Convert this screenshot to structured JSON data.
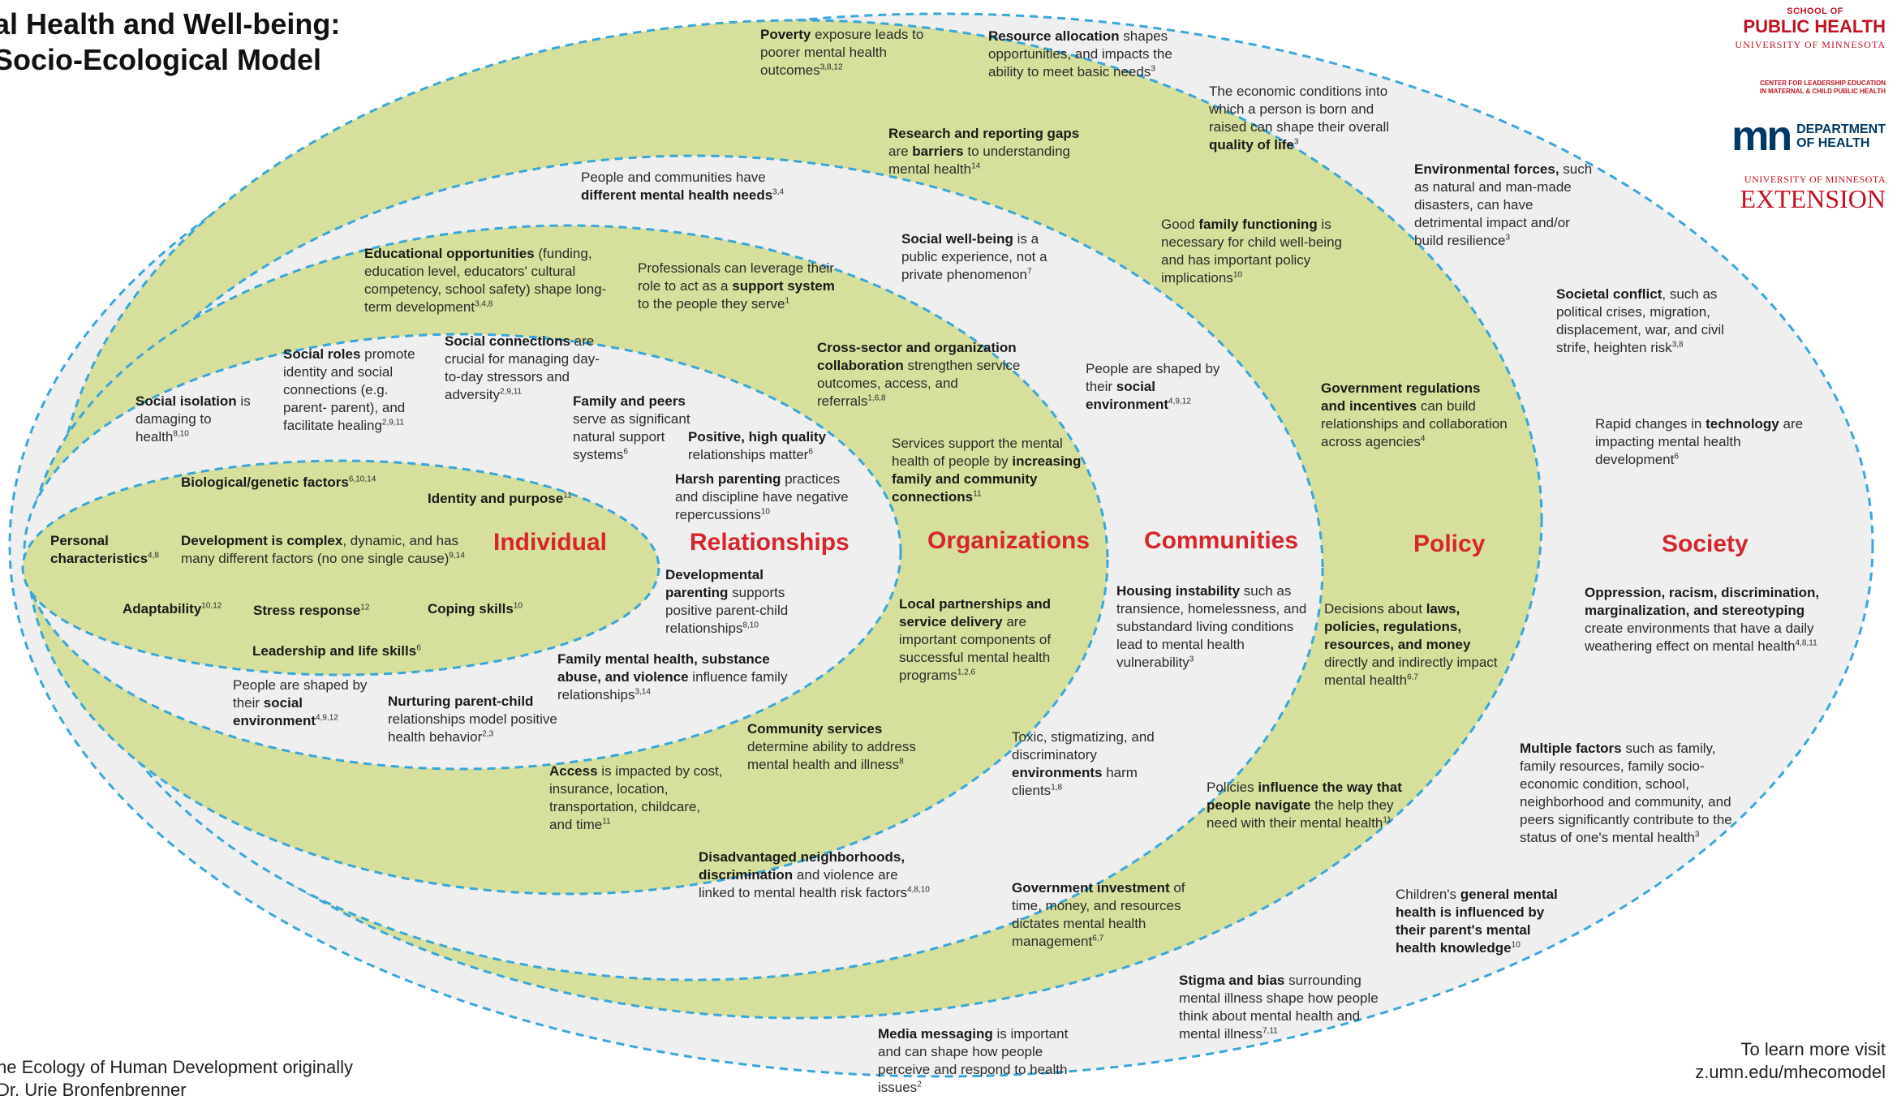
{
  "title": {
    "line1": "al Health and Well-being:",
    "line2": "Socio-Ecological Model"
  },
  "rings": {
    "individual": "Individual",
    "relationships": "Relationships",
    "organizations": "Organizations",
    "communities": "Communities",
    "policy": "Policy",
    "society": "Society"
  },
  "colors": {
    "green": "#d7df9c",
    "grey": "#efefef",
    "dash": "#3aa7d8",
    "label": "#d6262c",
    "brand_red": "#c1121f",
    "mn_navy": "#003865"
  },
  "notes": {
    "poverty": {
      "b": "Poverty",
      "t": " exposure leads to poorer mental health outcomes",
      "s": "3,8,12"
    },
    "resource": {
      "b": "Resource allocation",
      "t": " shapes opportunities, and impacts the ability to meet basic needs",
      "s": "3"
    },
    "economic": {
      "a": "The economic conditions into which a person is born and raised can shape their overall ",
      "b": "quality of life",
      "s": "3"
    },
    "research": {
      "b": "Research and reporting gaps",
      "t": " are ",
      "b2": "barriers",
      "t2": " to understanding mental health",
      "s": "14"
    },
    "different": {
      "a": "People and communities have ",
      "b": "different mental health needs",
      "s": "3,4"
    },
    "environmental": {
      "b": "Environmental forces,",
      "t": " such as natural and man-made disasters, can have detrimental impact and/or build resilience",
      "s": "3"
    },
    "social_wellbeing": {
      "b": "Social well-being",
      "t": " is a public experience, not a private phenomenon",
      "s": "7"
    },
    "family_functioning": {
      "a": "Good ",
      "b": "family functioning",
      "t": " is necessary for child well-being and has important policy implications",
      "s": "10"
    },
    "educational": {
      "b": "Educational opportunities",
      "t": " (funding, education level, educators' cultural competency, school safety) shape long-term development",
      "s": "3,4,8"
    },
    "professionals": {
      "a": "Professionals can leverage their role to act as a ",
      "b": "support system",
      "t": " to the people they serve",
      "s": "1"
    },
    "societal_conflict": {
      "b": "Societal conflict",
      "t": ", such as political crises, migration, displacement, war, and civil strife, heighten risk",
      "s": "3,8"
    },
    "social_roles": {
      "b": "Social roles",
      "t": " promote identity and social connections (e.g. parent- parent), and facilitate healing",
      "s": "2,9,11"
    },
    "social_connections": {
      "b": "Social connections",
      "t": " are crucial for managing day-to-day stressors and adversity",
      "s": "2,9,11"
    },
    "cross_sector": {
      "b": "Cross-sector and organization collaboration",
      "t": " strengthen service outcomes, access, and referrals",
      "s": "1,6,8"
    },
    "shaped_social_env_top": {
      "a": "People are shaped by their ",
      "b": "social environment",
      "s": "4,9,12"
    },
    "gov_regulations": {
      "b": "Government regulations and incentives",
      "t": " can build relationships and collaboration across agencies",
      "s": "4"
    },
    "social_isolation": {
      "b": "Social isolation",
      "t": " is damaging to health",
      "s": "8,10"
    },
    "family_peers": {
      "b": "Family and peers",
      "t": " serve as significant natural support systems",
      "s": "6"
    },
    "positive": {
      "b": "Positive, high quality",
      "t": " relationships matter",
      "s": "6"
    },
    "services_support": {
      "a": "Services support the mental health of people by ",
      "b": "increasing family and community connections",
      "s": "11"
    },
    "rapid_changes": {
      "a": "Rapid changes in ",
      "b": "technology",
      "t": " are impacting mental health development",
      "s": "6"
    },
    "biological": {
      "b": "Biological/genetic factors",
      "s": "6,10,14"
    },
    "identity": {
      "b": "Identity and purpose",
      "s": "11"
    },
    "harsh": {
      "b": "Harsh parenting",
      "t": " practices and discipline have negative repercussions",
      "s": "10"
    },
    "personal": {
      "b": "Personal characteristics",
      "s": "4,8"
    },
    "development": {
      "b": "Development is complex",
      "t": ", dynamic, and has many different factors (no one single cause)",
      "s": "9,14"
    },
    "developmental_parenting": {
      "b": "Developmental parenting",
      "t": " supports positive parent-child relationships",
      "s": "8,10"
    },
    "housing": {
      "b": "Housing instability",
      "t": " such as transience, homelessness, and substandard living conditions lead to mental health vulnerability",
      "s": "3"
    },
    "decisions": {
      "a": "Decisions about ",
      "b": "laws, policies, regulations, resources, and money",
      "t": " directly and indirectly impact mental health",
      "s": "6,7"
    },
    "oppression": {
      "b": "Oppression, racism, discrimination, marginalization, and stereotyping",
      "t": " create environments that have a daily weathering effect on mental health",
      "s": "4,8,11"
    },
    "adaptability": {
      "b": "Adaptability",
      "s": "10,12"
    },
    "stress": {
      "b": "Stress response",
      "s": "12"
    },
    "coping": {
      "b": "Coping skills",
      "s": "10"
    },
    "local": {
      "b": "Local partnerships and service delivery",
      "t": " are important components of successful mental health programs",
      "s": "1,2,6"
    },
    "leadership": {
      "b": "Leadership and life skills",
      "s": "6"
    },
    "family_mh": {
      "b": "Family mental health, substance abuse, and violence",
      "t": " influence family relationships",
      "s": "3,14"
    },
    "shaped_social_env_bottom": {
      "a": "People are shaped by their ",
      "b": "social environment",
      "s": "4,9,12"
    },
    "nurturing": {
      "b": "Nurturing parent-child",
      "t": " relationships model positive health behavior",
      "s": "2,3"
    },
    "community_services": {
      "b": "Community services",
      "t": " determine ability to address mental health and illness",
      "s": "8"
    },
    "toxic": {
      "a": "Toxic, stigmatizing, and discriminatory ",
      "b": "environments",
      "t": " harm clients",
      "s": "1,8"
    },
    "multiple": {
      "b": "Multiple factors",
      "t": " such as family, family resources, family socio-economic condition, school, neighborhood and community, and peers significantly contribute to the status of one's mental health",
      "s": "3"
    },
    "access": {
      "b": "Access",
      "t": " is impacted by cost, insurance, location, transportation, childcare, and time",
      "s": "11"
    },
    "policies_influence": {
      "a": "Policies ",
      "b": "influence the way that people navigate",
      "t": " the help they need with their mental health",
      "s": "11"
    },
    "disadvantaged": {
      "b": "Disadvantaged neighborhoods, discrimination",
      "t": " and violence are linked to mental health risk factors",
      "s": "4,8,10"
    },
    "gov_investment": {
      "b": "Government investment",
      "t": " of time, money, and resources dictates mental health management",
      "s": "6,7"
    },
    "childrens": {
      "a": "Children's ",
      "b": "general mental health is influenced by their parent's mental health knowledge",
      "s": "10"
    },
    "stigma": {
      "b": "Stigma and bias",
      "t": " surrounding mental illness shape how people think about mental health and mental illness",
      "s": "7,11"
    },
    "media": {
      "b": "Media messaging",
      "t": " is important and can shape how people perceive and respond to health issues",
      "s": "2"
    }
  },
  "footer": {
    "left_line1": "he Ecology of Human Development originally",
    "left_line2": "Dr. Urie Bronfenbrenner",
    "right_line1": "To learn more visit",
    "right_line2": "z.umn.edu/mhecomodel"
  },
  "logos": {
    "school_of": "SCHOOL OF",
    "public_health": "PUBLIC HEALTH",
    "university": "UNIVERSITY OF MINNESOTA",
    "center_line1": "CENTER FOR LEADERSHIP EDUCATION",
    "center_line2": "IN MATERNAL & CHILD PUBLIC HEALTH",
    "mn_mark": "mn",
    "department": "DEPARTMENT",
    "of_health": "OF HEALTH",
    "ext_university": "UNIVERSITY OF MINNESOTA",
    "extension": "EXTENSION"
  }
}
